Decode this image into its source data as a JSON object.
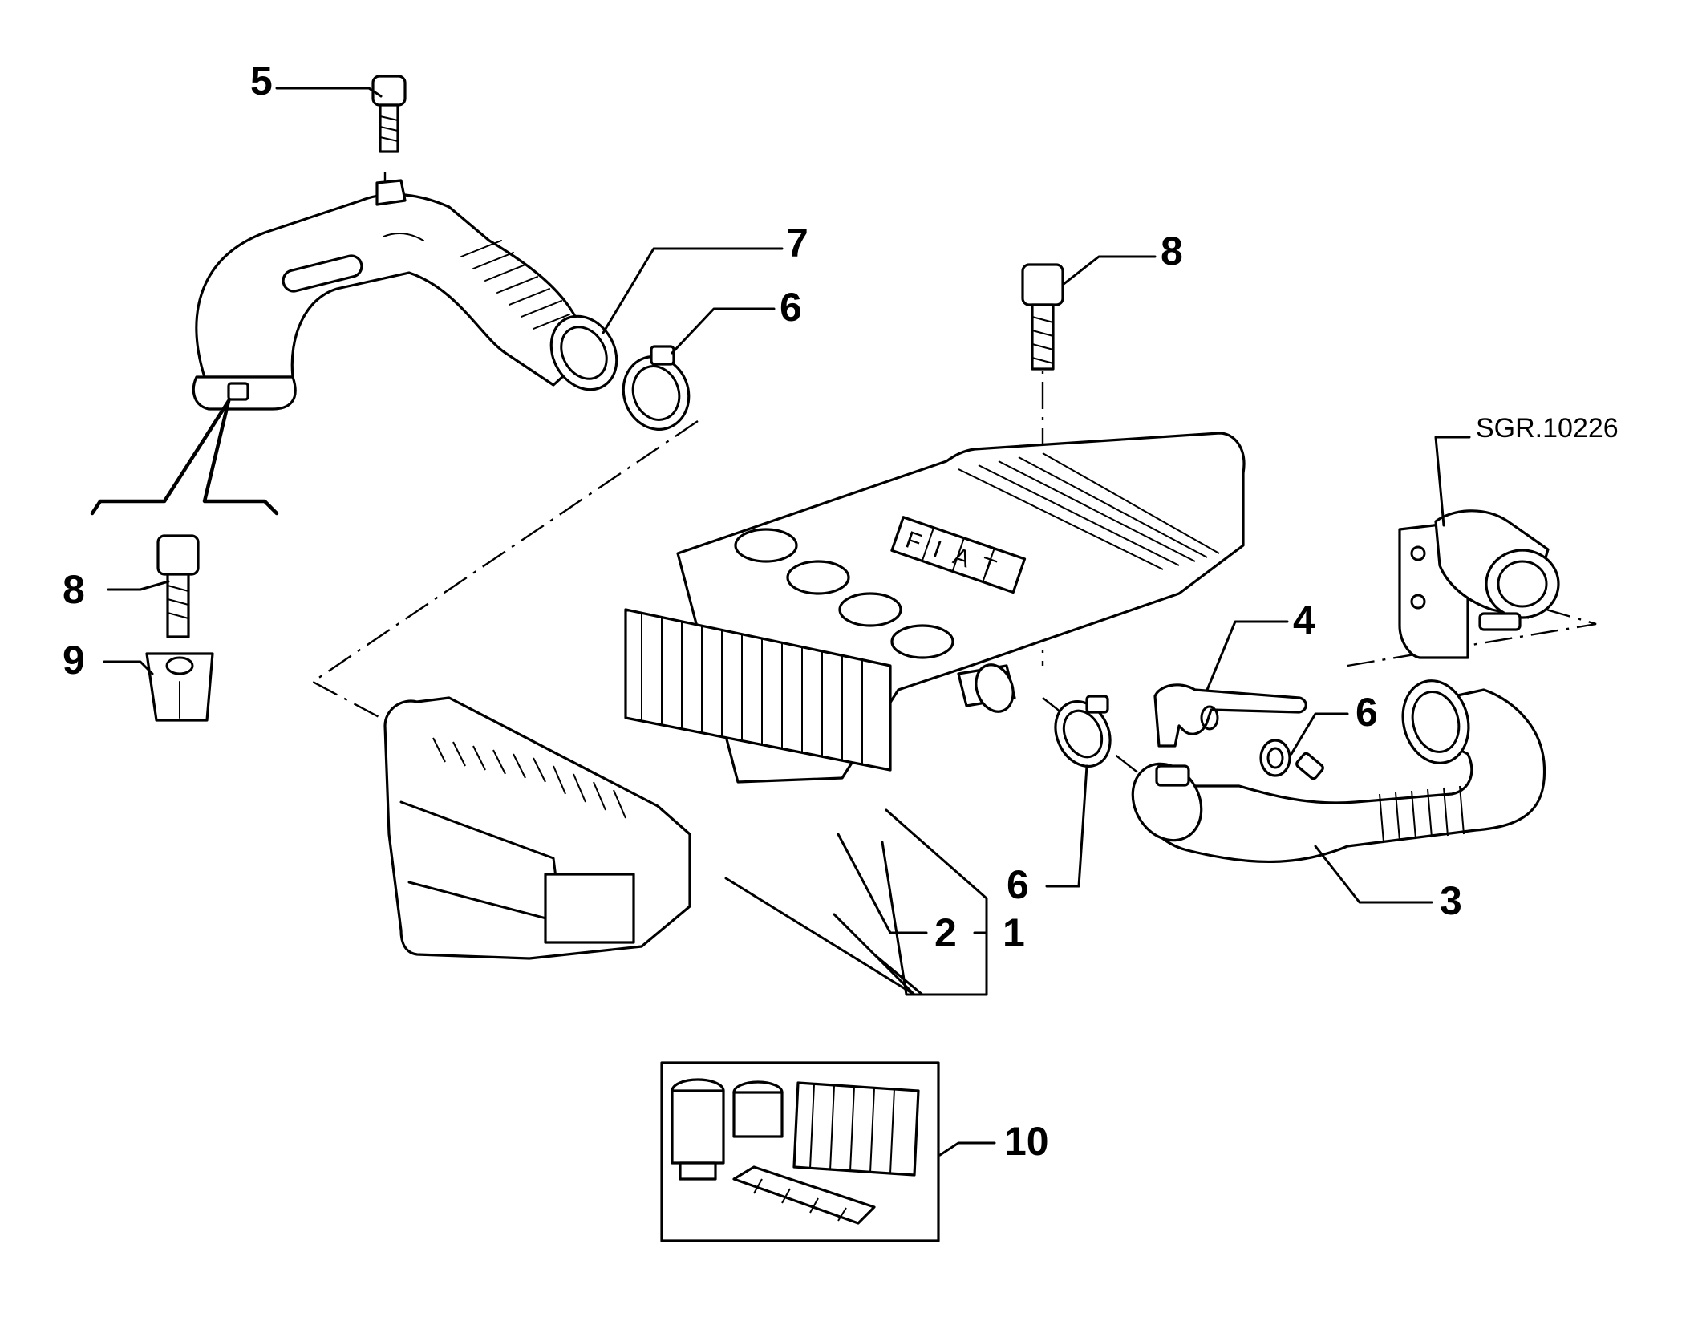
{
  "diagram": {
    "reference_code": "SGR.10226",
    "callouts": {
      "c1": "1",
      "c2": "2",
      "c3": "3",
      "c4": "4",
      "c5": "5",
      "c6a": "6",
      "c6b": "6",
      "c6c": "6",
      "c7": "7",
      "c8a": "8",
      "c8b": "8",
      "c9": "9",
      "c10": "10"
    },
    "brand_mark": "FIAT"
  }
}
